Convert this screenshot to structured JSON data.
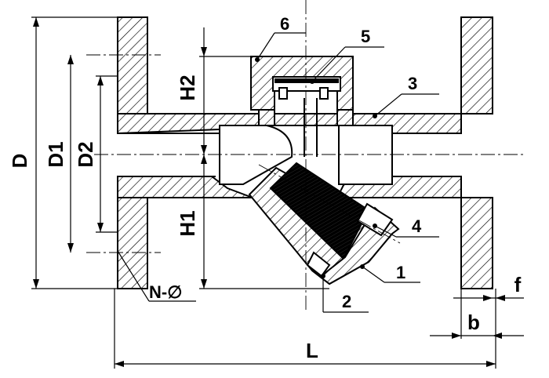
{
  "dimensions": {
    "D": "D",
    "D1": "D1",
    "D2": "D2",
    "H2": "H2",
    "H1": "H1",
    "L": "L",
    "b": "b",
    "f": "f",
    "N": "N-∅"
  },
  "parts": {
    "p1": "1",
    "p2": "2",
    "p3": "3",
    "p4": "4",
    "p5": "5",
    "p6": "6"
  }
}
